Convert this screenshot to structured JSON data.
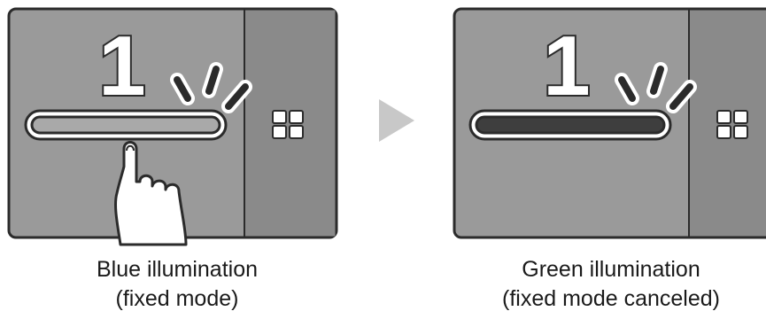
{
  "panels": [
    {
      "digit": "1",
      "caption_line1": "Blue illumination",
      "caption_line2": "(fixed mode)",
      "bar_color": "#a9a9a9",
      "touch_icon": "finger-touch-icon"
    },
    {
      "digit": "1",
      "caption_line1": "Green illumination",
      "caption_line2": "(fixed mode canceled)",
      "bar_color": "#3e3e3e"
    }
  ],
  "colors": {
    "panel_bg": "#9a9a9a",
    "side_bg": "#8a8a8a",
    "outline": "#2b2b2b",
    "arrow": "#c8c8c8"
  },
  "icons": [
    "grid-icon",
    "arrow-right-icon",
    "illumination-rays-icon"
  ]
}
